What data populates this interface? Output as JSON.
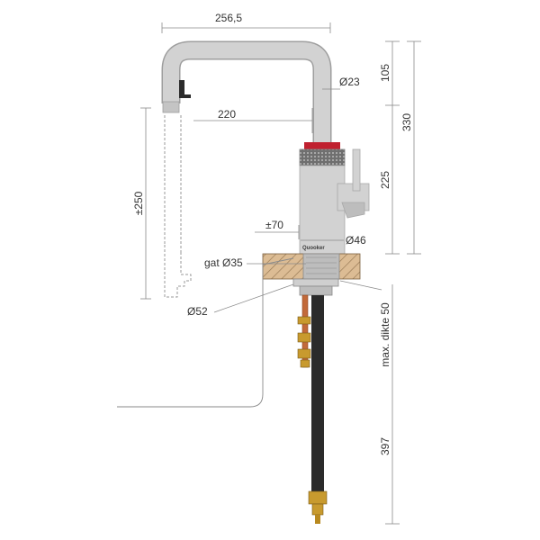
{
  "dimensions": {
    "total_reach": "256,5",
    "spout_reach": "220",
    "pipe_diameter": "Ø23",
    "spout_height": "105",
    "total_height": "330",
    "body_height": "225",
    "spout_clearance": "±250",
    "body_offset": "±70",
    "body_diameter": "Ø46",
    "hole_diameter": "gat Ø35",
    "base_diameter": "Ø52",
    "max_thickness": "max. dikte 50",
    "hose_length": "397"
  },
  "brand": "Quooker",
  "colors": {
    "chrome": "#cfcfcf",
    "chrome_edge": "#9e9e9e",
    "counter": "#d9b88f",
    "hose": "#2b2b2b",
    "brass": "#c89a2e",
    "copper": "#c26a3a",
    "red_ring": "#c0202f",
    "dim_line": "#8a8a8a",
    "dim_text": "#333333"
  }
}
